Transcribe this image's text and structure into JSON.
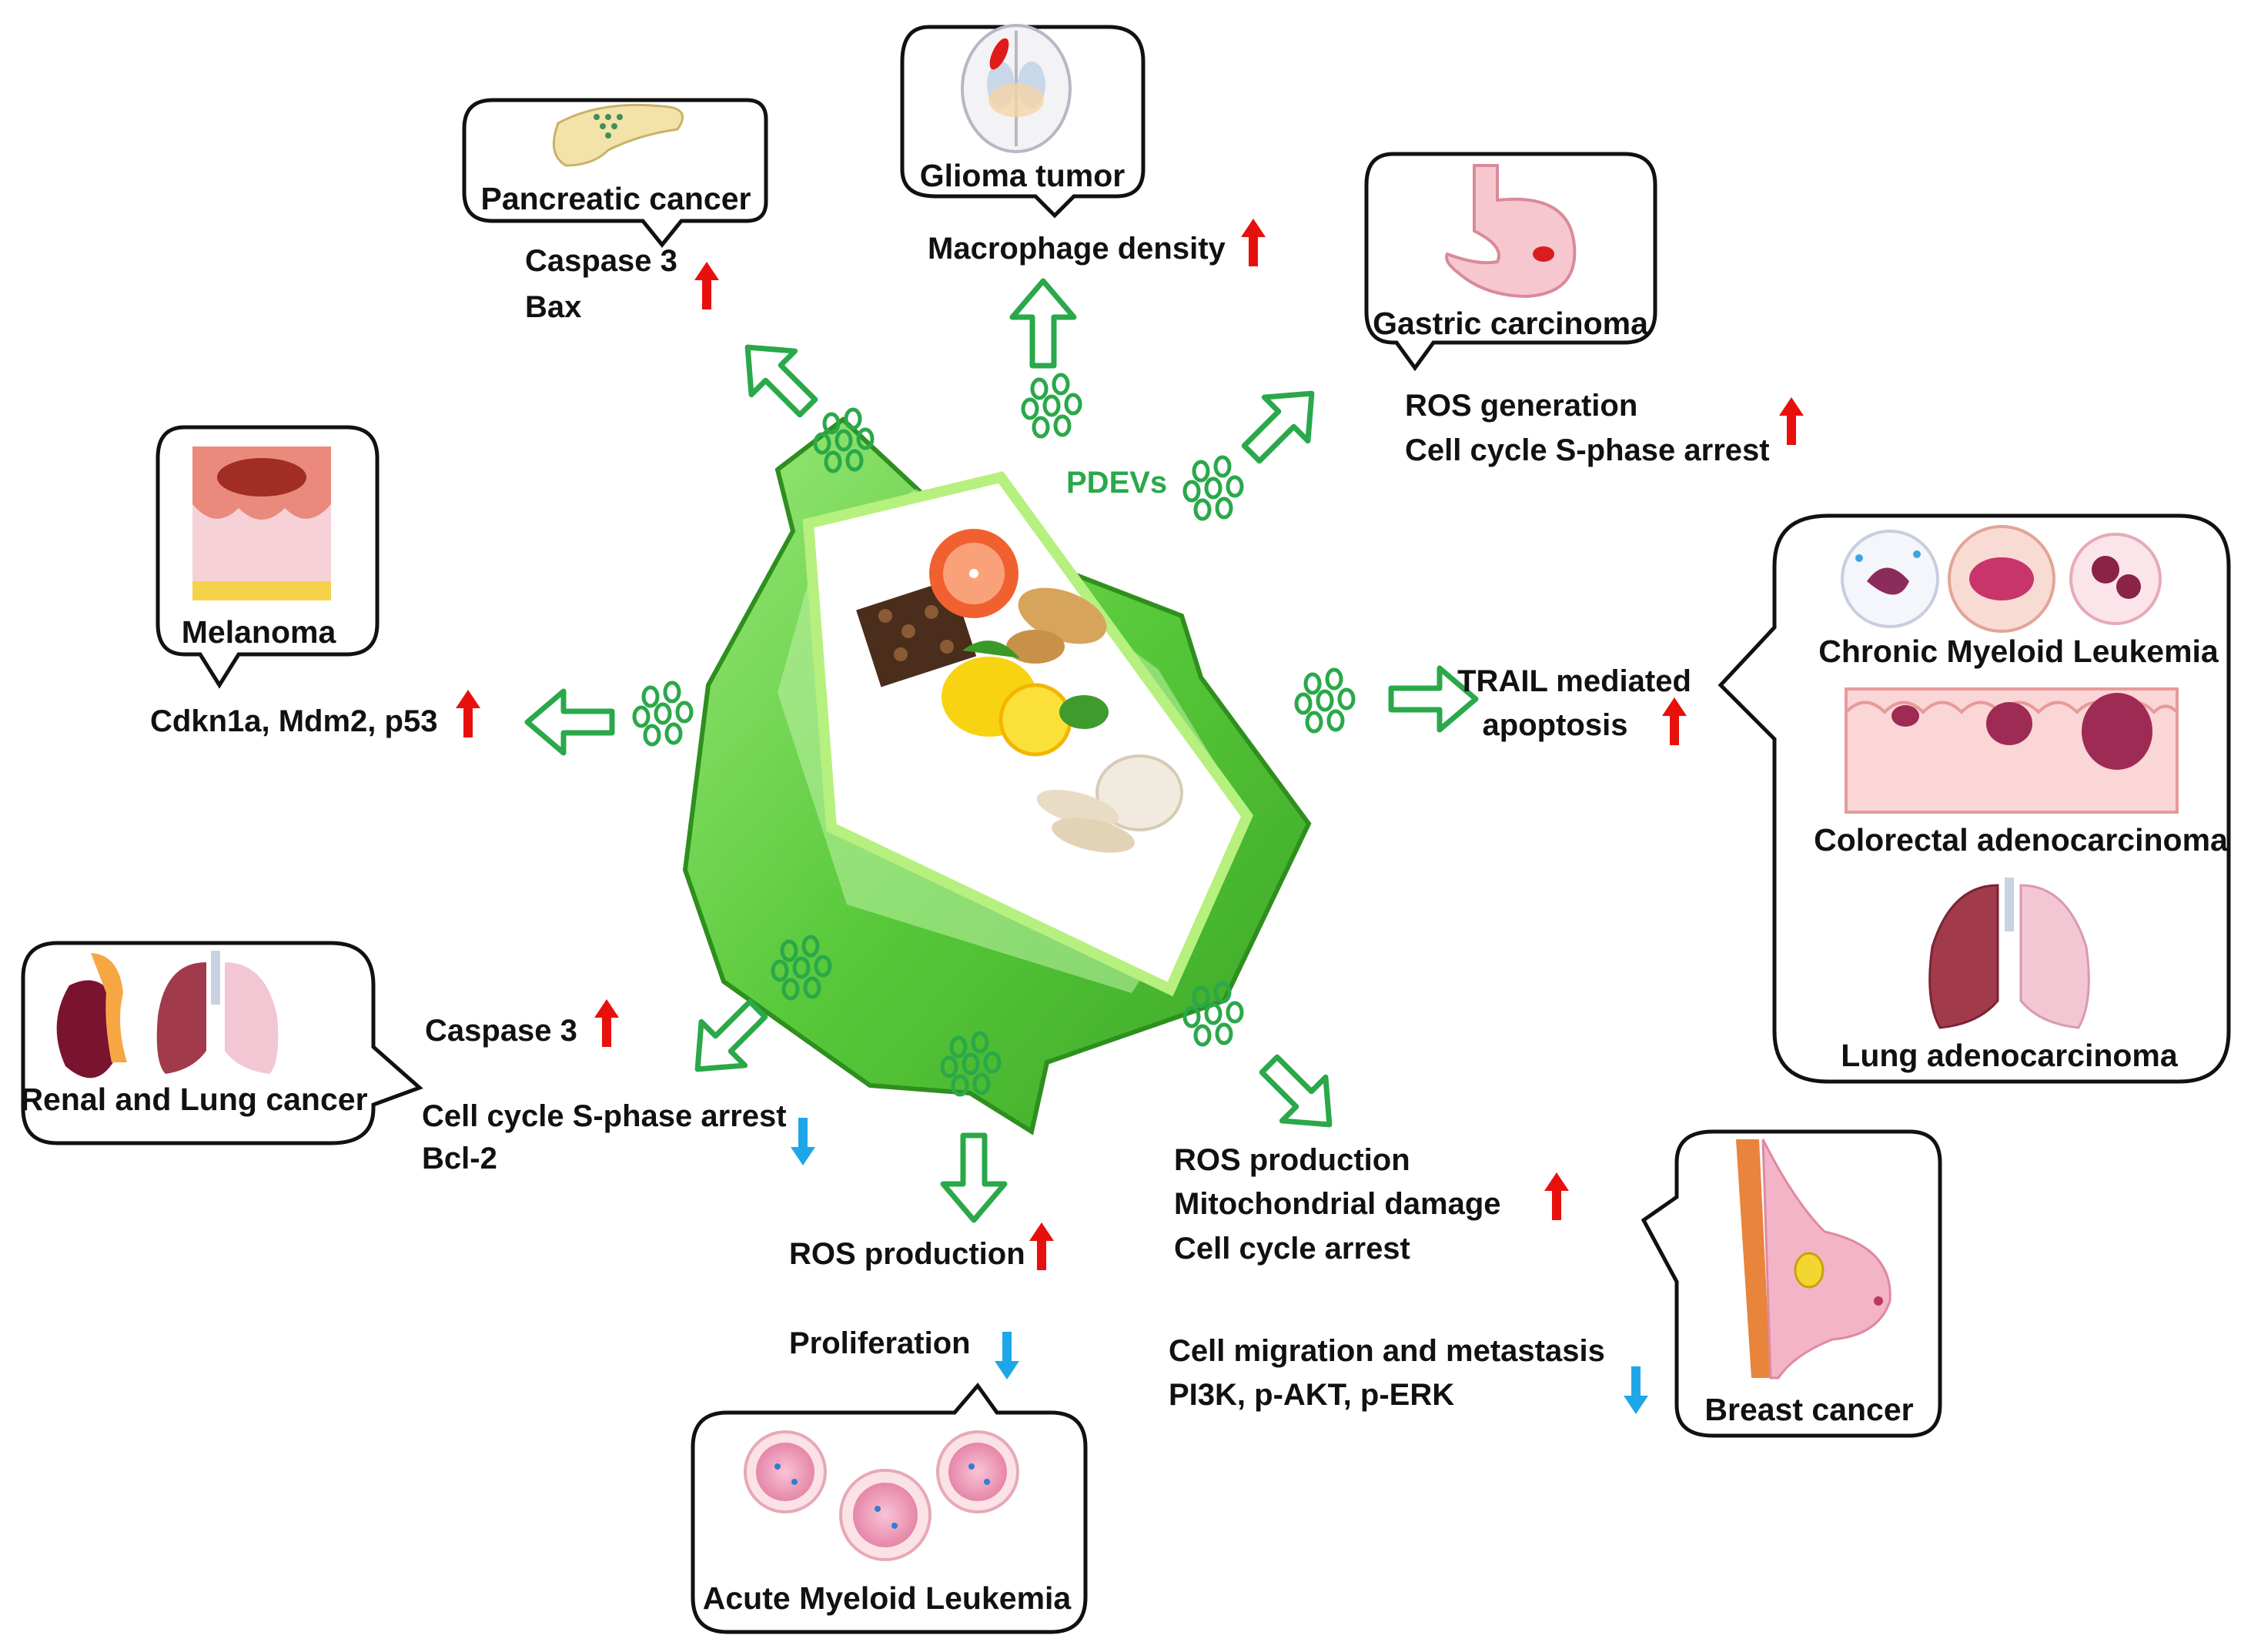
{
  "center": {
    "label": "PDEVs"
  },
  "colors": {
    "up_arrow": "#e8100c",
    "down_arrow": "#1ea7e8",
    "pdev_green": "#2aa84a",
    "cell_wall": "#6fd84a"
  },
  "cancers": {
    "pancreatic": "Pancreatic cancer",
    "glioma": "Glioma tumor",
    "gastric": "Gastric carcinoma",
    "melanoma": "Melanoma",
    "cml": "Chronic Myeloid Leukemia",
    "colorectal": "Colorectal adenocarcinoma",
    "lung_adeno": "Lung adenocarcinoma",
    "renal_lung": "Renal and Lung cancer",
    "aml": "Acute Myeloid Leukemia",
    "breast": "Breast cancer"
  },
  "effects": {
    "pancreatic": [
      "Caspase 3",
      "Bax"
    ],
    "glioma": [
      "Macrophage density"
    ],
    "gastric": [
      "ROS generation",
      "Cell cycle S-phase arrest"
    ],
    "melanoma": [
      "Cdkn1a, Mdm2, p53"
    ],
    "trail": [
      "TRAIL mediated",
      "apoptosis"
    ],
    "renal_up": [
      "Caspase 3"
    ],
    "renal_down": [
      "Cell cycle S-phase arrest",
      "Bcl-2"
    ],
    "aml_up": [
      "ROS production"
    ],
    "aml_down": [
      "Proliferation"
    ],
    "breast_up": [
      "ROS production",
      "Mitochondrial damage",
      "Cell cycle arrest"
    ],
    "breast_down": [
      "Cell migration and metastasis",
      "PI3K, p-AKT, p-ERK"
    ]
  },
  "icons": [
    "pancreas-icon",
    "brain-icon",
    "stomach-icon",
    "skin-icon",
    "blood-cell-icon",
    "colon-icon",
    "lung-icon",
    "kidney-icon",
    "breast-icon",
    "fruit-icon"
  ]
}
